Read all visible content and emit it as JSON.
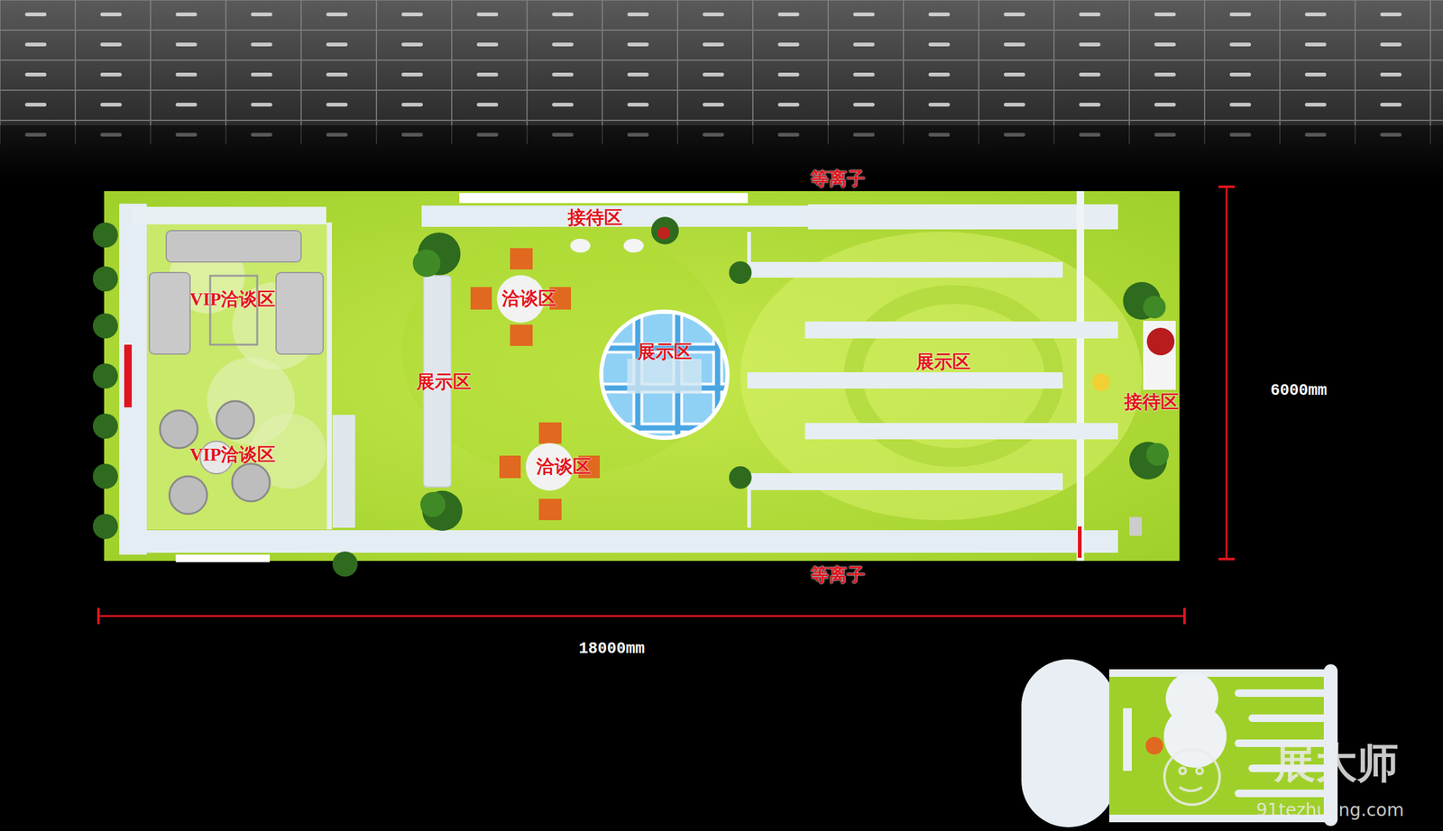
{
  "diagram": {
    "nodes": [
      {
        "text": [
          "展示区"
        ]
      }
    ],
    "labels": [
      "等离子",
      "接待区",
      "VIP洽谈区",
      "洽谈区",
      "展示区",
      "展示区",
      "6000mm",
      "接待区",
      "VIP洽谈区",
      "洽谈区",
      "等离子",
      "18000mm",
      "展大师",
      "91tezhuang.com"
    ]
  }
}
